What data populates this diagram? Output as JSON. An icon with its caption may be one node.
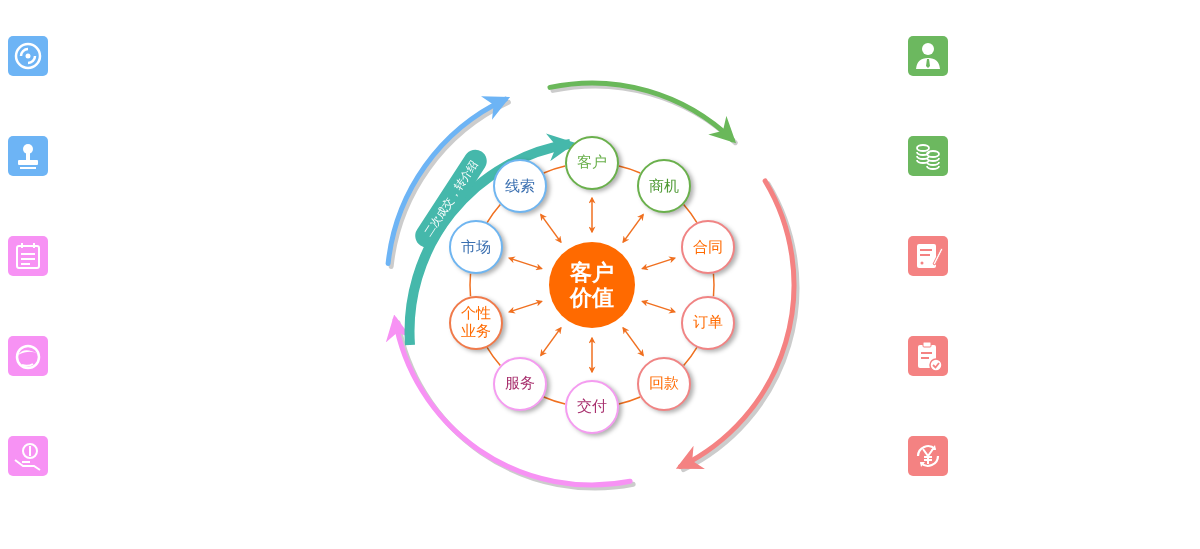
{
  "diagram": {
    "nodes": [
      {
        "text": [
          "客户"
        ]
      },
      {
        "text": [
          "商机"
        ]
      },
      {
        "text": [
          "合同"
        ]
      },
      {
        "text": [
          "订单"
        ]
      },
      {
        "text": [
          "回款"
        ]
      },
      {
        "text": [
          "交付"
        ]
      },
      {
        "text": [
          "服务"
        ]
      },
      {
        "text": [
          "个性业务"
        ]
      },
      {
        "text": [
          "市场"
        ]
      },
      {
        "text": [
          "线索"
        ]
      },
      {
        "text": [
          "客户价值"
        ]
      }
    ],
    "edges": [
      {
        "from": 10,
        "to": 0,
        "arrow": "both"
      },
      {
        "from": 10,
        "to": 1,
        "arrow": "both"
      },
      {
        "from": 10,
        "to": 2,
        "arrow": "both"
      },
      {
        "from": 10,
        "to": 3,
        "arrow": "both"
      },
      {
        "from": 10,
        "to": 4,
        "arrow": "both"
      },
      {
        "from": 10,
        "to": 5,
        "arrow": "both"
      },
      {
        "from": 10,
        "to": 6,
        "arrow": "both"
      },
      {
        "from": 10,
        "to": 7,
        "arrow": "both"
      },
      {
        "from": 10,
        "to": 8,
        "arrow": "both"
      },
      {
        "from": 10,
        "to": 9,
        "arrow": "both"
      },
      {
        "from": 0,
        "to": 1,
        "arrow": "none"
      },
      {
        "from": 1,
        "to": 2,
        "arrow": "none"
      },
      {
        "from": 2,
        "to": 3,
        "arrow": "none"
      },
      {
        "from": 3,
        "to": 4,
        "arrow": "none"
      },
      {
        "from": 4,
        "to": 5,
        "arrow": "none"
      },
      {
        "from": 5,
        "to": 6,
        "arrow": "none"
      },
      {
        "from": 6,
        "to": 7,
        "arrow": "none"
      },
      {
        "from": 7,
        "to": 8,
        "arrow": "none"
      },
      {
        "from": 8,
        "to": 9,
        "arrow": "none"
      },
      {
        "from": 9,
        "to": 0,
        "arrow": "none"
      },
      {
        "from": null,
        "to": 0,
        "arrow": "to",
        "label": "二次成交，转介绍",
        "style": "thick",
        "color": "#45b8ab"
      }
    ]
  }
}
